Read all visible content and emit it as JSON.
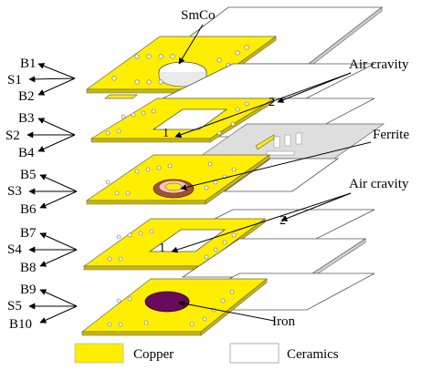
{
  "labels": {
    "smco": "SmCo",
    "air_cavity_top": "Air cravity",
    "air_cavity_mid": "Air cravity",
    "ferrite": "Ferrite",
    "iron": "Iron",
    "num_1a": "1",
    "num_2a": "2",
    "num_1b": "1",
    "num_2b": "2"
  },
  "layers": [
    {
      "b_top": "B1",
      "s": "S1",
      "b_bot": "B2"
    },
    {
      "b_top": "B3",
      "s": "S2",
      "b_bot": "B4"
    },
    {
      "b_top": "B5",
      "s": "S3",
      "b_bot": "B6"
    },
    {
      "b_top": "B7",
      "s": "S4",
      "b_bot": "B8"
    },
    {
      "b_top": "B9",
      "s": "S5",
      "b_bot": "B10"
    }
  ],
  "legend": {
    "copper_label": "Copper",
    "ceramics_label": "Ceramics",
    "copper_color": "#ffee00",
    "ceramics_color": "#ffffff"
  }
}
